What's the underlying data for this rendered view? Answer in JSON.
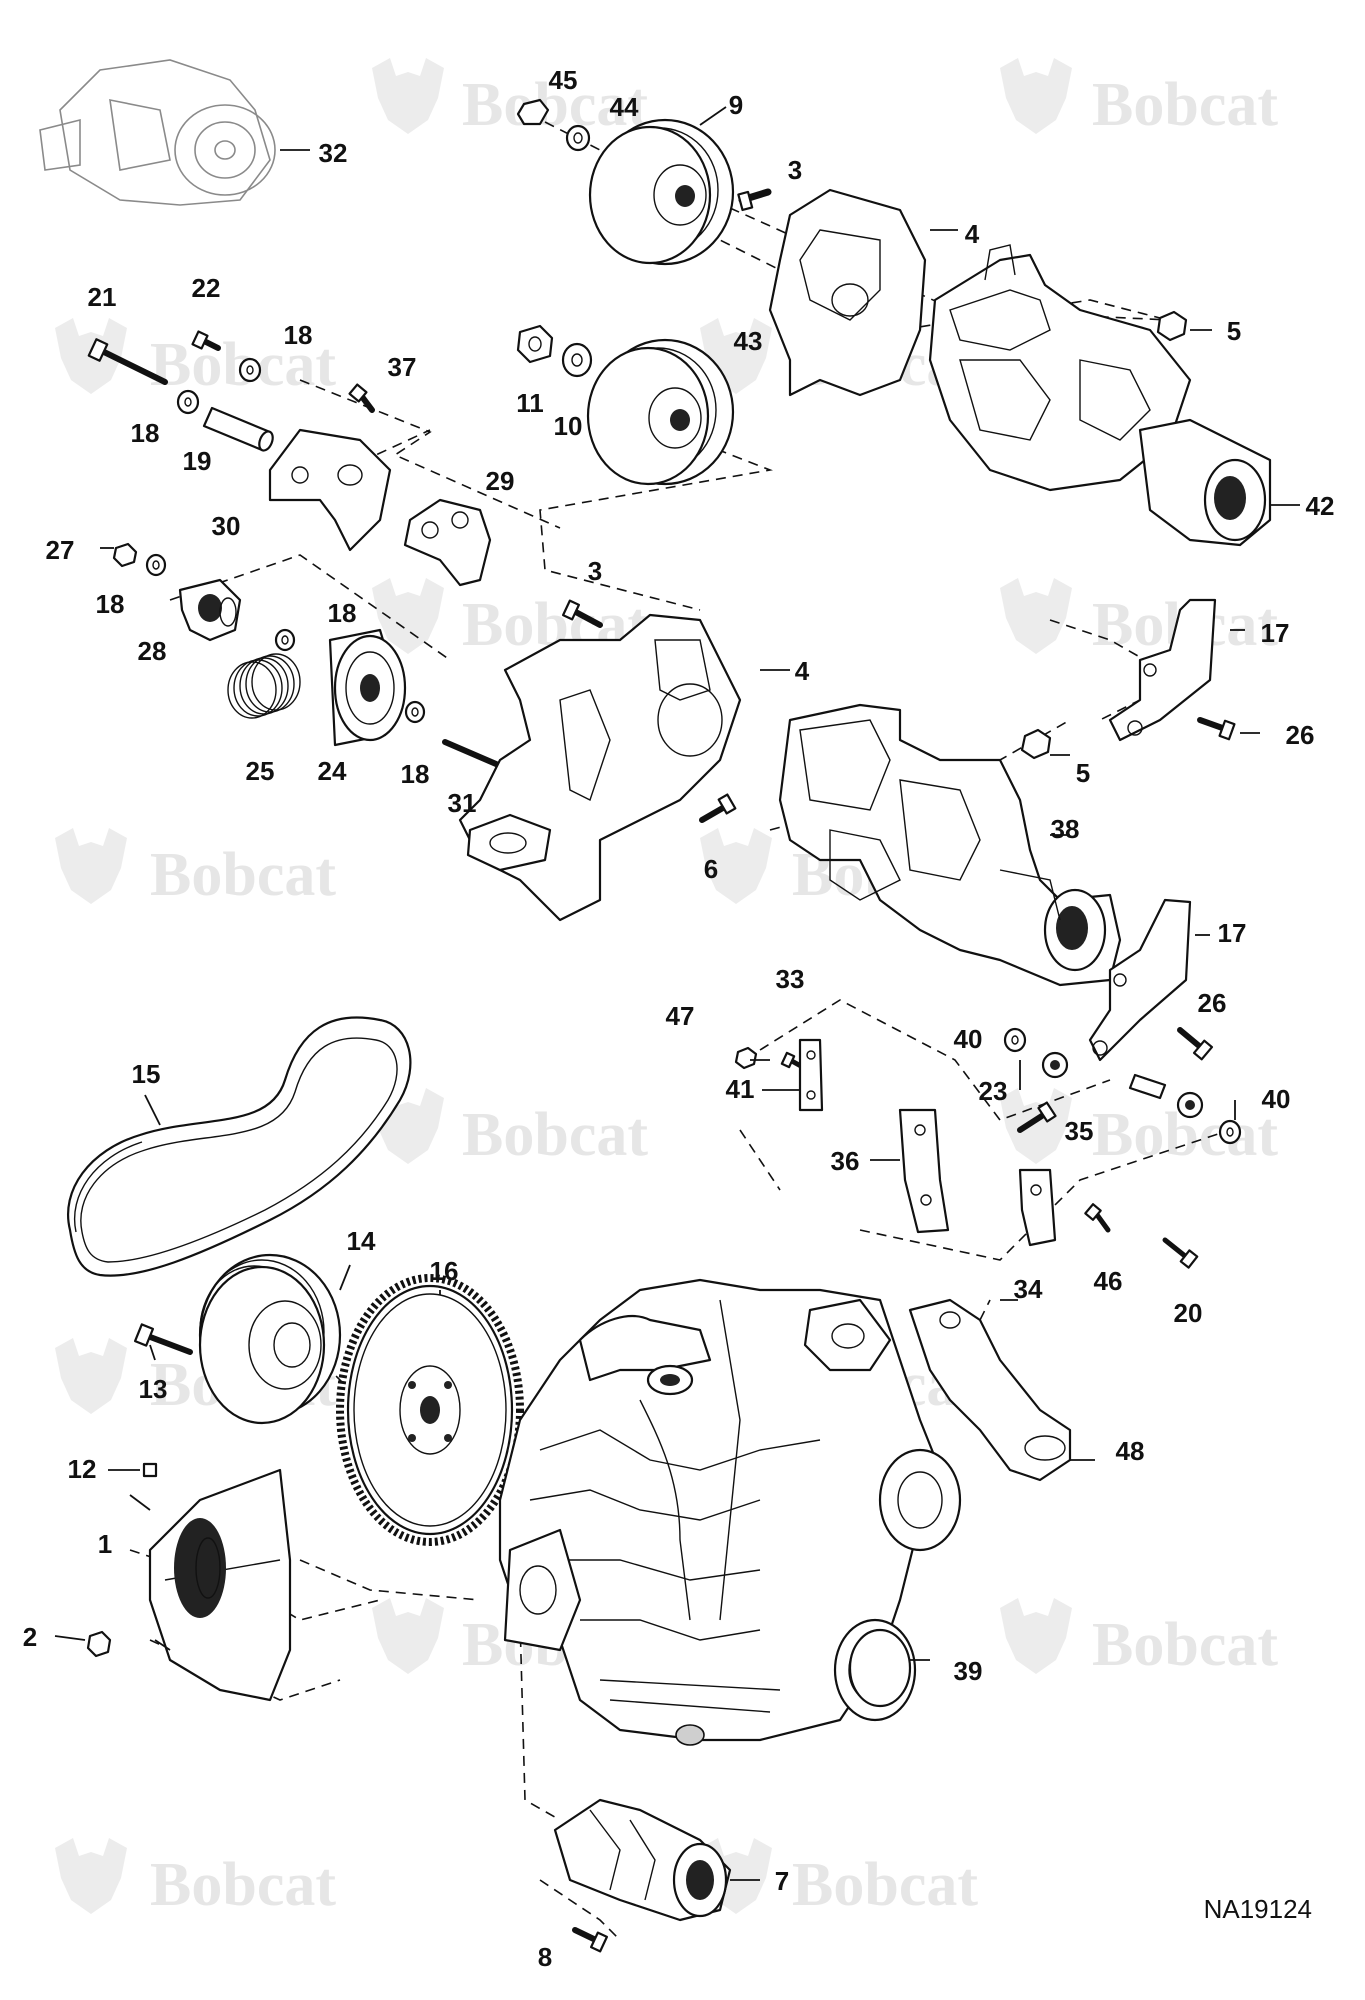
{
  "watermark": {
    "brand": "Bobcat",
    "logo": "bobcat-head-logo"
  },
  "drawing_number": "NA19124",
  "callouts": [
    "45",
    "44",
    "9",
    "32",
    "3",
    "4",
    "5",
    "21",
    "22",
    "18",
    "37",
    "11",
    "10",
    "43",
    "19",
    "29",
    "30",
    "42",
    "27",
    "28",
    "25",
    "24",
    "17",
    "26",
    "31",
    "6",
    "38",
    "33",
    "47",
    "40",
    "41",
    "15",
    "23",
    "35",
    "36",
    "34",
    "46",
    "20",
    "14",
    "16",
    "13",
    "48",
    "12",
    "1",
    "2",
    "39",
    "7",
    "8"
  ]
}
